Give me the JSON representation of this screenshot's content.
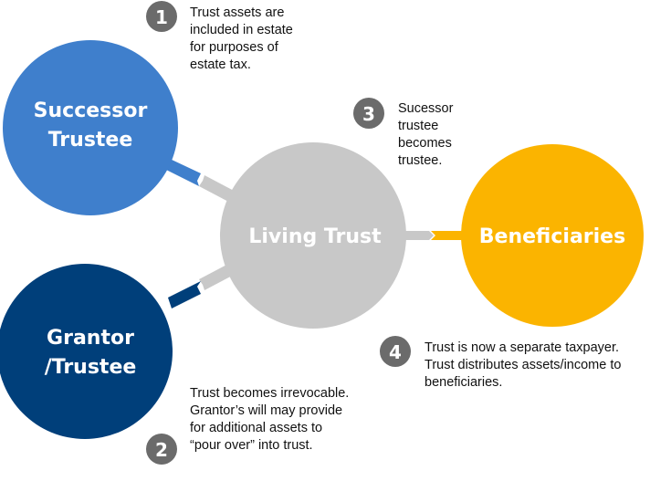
{
  "nodes": {
    "successor": {
      "line1": "Successor",
      "line2": "Trustee",
      "color": "#3f7fcc"
    },
    "grantor": {
      "line1": "Grantor",
      "line2": "/Trustee",
      "color": "#003f7a"
    },
    "living_trust": {
      "label": "Living Trust",
      "color": "#c8c8c8"
    },
    "beneficiaries": {
      "label": "Beneficiaries",
      "color": "#fbb400"
    }
  },
  "badge_color": "#6b6b6b",
  "steps": [
    {
      "number": "1",
      "text": "Trust assets are included in estate for purposes of estate tax."
    },
    {
      "number": "2",
      "text": "Trust becomes irrevocable. Grantor’s will may provide for additional assets to “pour over” into trust."
    },
    {
      "number": "3",
      "text": "Sucessor trustee becomes trustee."
    },
    {
      "number": "4",
      "text": "Trust is now a separate taxpayer. Trust distributes assets/income to beneficiaries."
    }
  ]
}
